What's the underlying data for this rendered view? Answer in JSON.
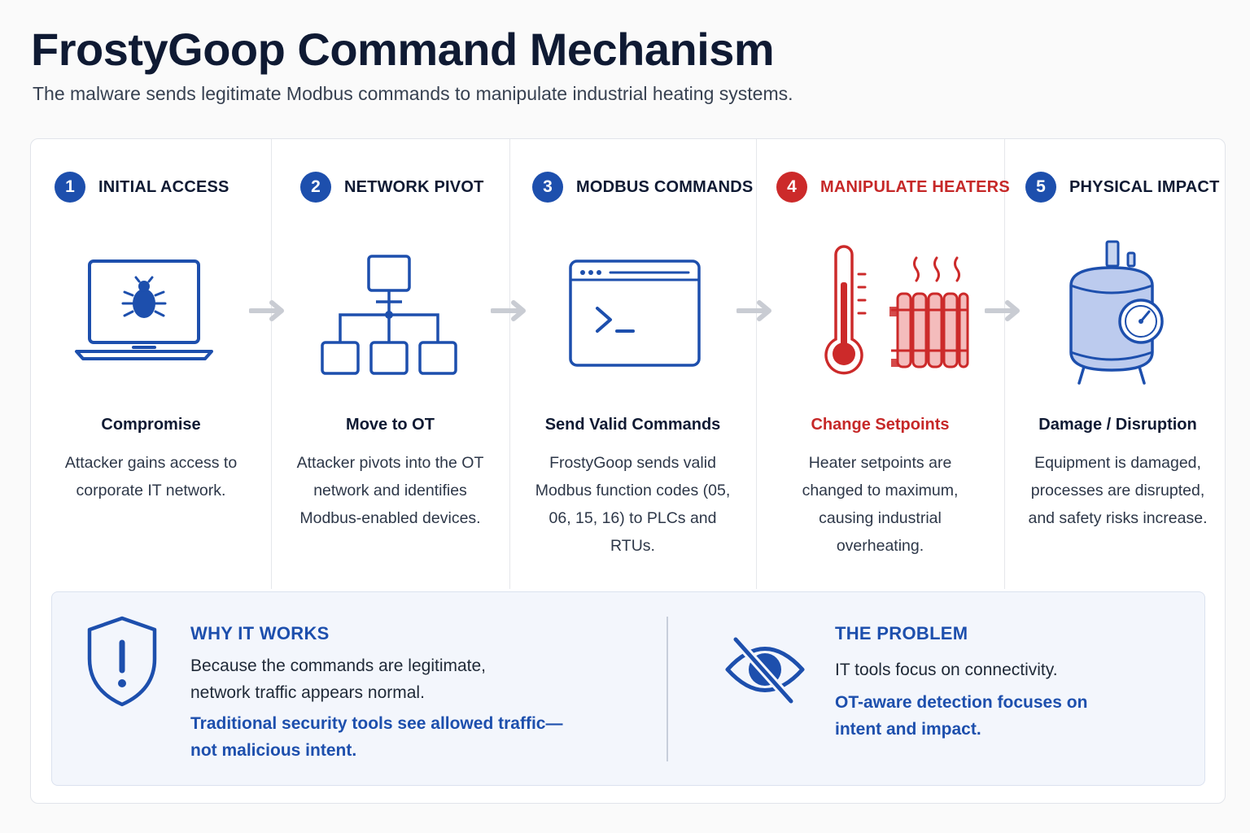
{
  "title": "FrostyGoop Command Mechanism",
  "subtitle": "The malware sends legitimate Modbus commands to manipulate industrial heating systems.",
  "steps": [
    {
      "number": "1",
      "title": "INITIAL ACCESS",
      "icon": "laptop-bug-icon",
      "subtitle": "Compromise",
      "description": "Attacker gains access to corporate IT network."
    },
    {
      "number": "2",
      "title": "NETWORK PIVOT",
      "icon": "network-hierarchy-icon",
      "subtitle": "Move to OT",
      "description": "Attacker pivots into the OT network and identifies Modbus-enabled devices."
    },
    {
      "number": "3",
      "title": "MODBUS COMMANDS",
      "icon": "terminal-icon",
      "subtitle": "Send Valid Commands",
      "description": "FrostyGoop sends valid Modbus function codes (05, 06, 15, 16) to PLCs and RTUs."
    },
    {
      "number": "4",
      "title": "MANIPULATE HEATERS",
      "icon": "thermometer-radiator-icon",
      "subtitle": "Change Setpoints",
      "description": "Heater setpoints are changed to maximum, causing industrial overheating."
    },
    {
      "number": "5",
      "title": "PHYSICAL IMPACT",
      "icon": "pressure-tank-gauge-icon",
      "subtitle": "Damage / Disruption",
      "description": "Equipment is damaged, processes are disrupted, and safety risks increase."
    }
  ],
  "why_it_works": {
    "heading": "WHY IT WORKS",
    "icon": "shield-alert-icon",
    "text": "Because the commands are legitimate, network traffic appears normal.",
    "emphasis": "Traditional security tools see allowed traffic— not malicious intent."
  },
  "the_problem": {
    "heading": "THE PROBLEM",
    "icon": "eye-slash-icon",
    "text": "IT tools focus on connectivity.",
    "emphasis": "OT-aware detection focuses on intent and impact."
  },
  "colors": {
    "primary_blue": "#1d4fad",
    "alert_red": "#cc2a2a",
    "navy_text": "#0f1a33",
    "arrow_gray": "#c9ccd3"
  }
}
